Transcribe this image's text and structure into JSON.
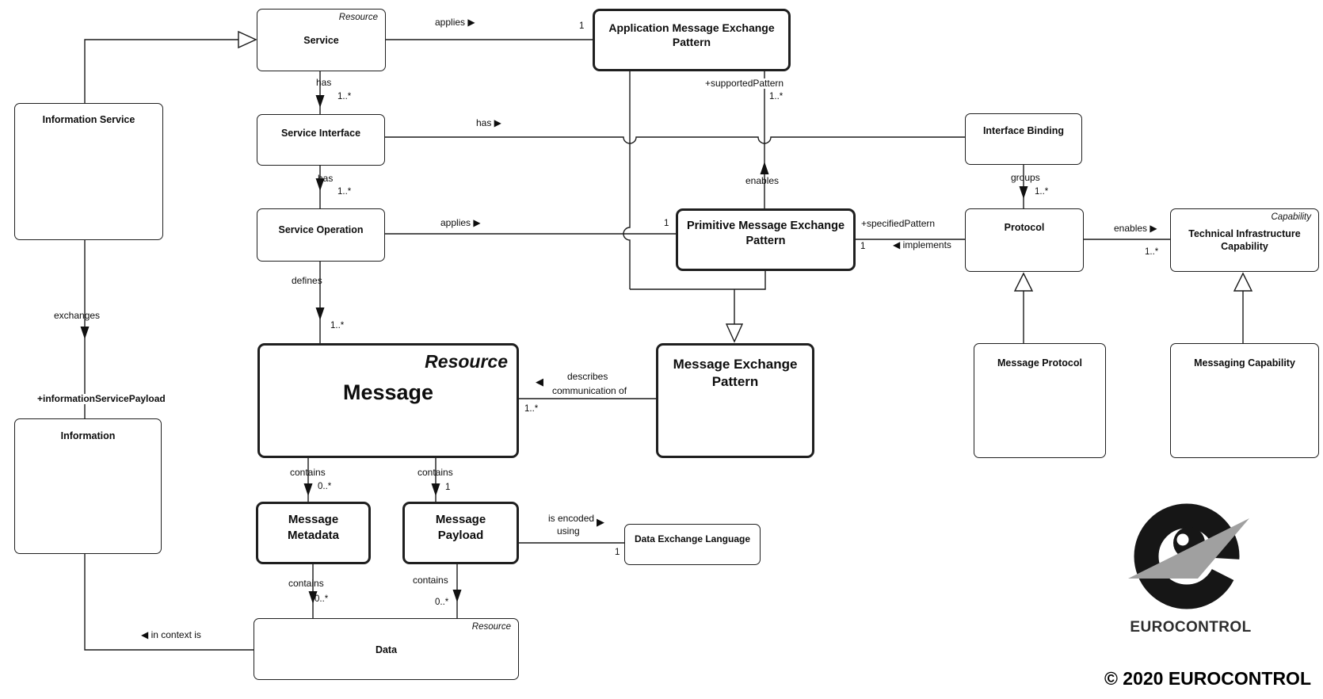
{
  "canvas": {
    "background": "#ffffff",
    "line_color": "#1a1a1a"
  },
  "nodes": {
    "service": {
      "label": "Service",
      "stereotype": "Resource"
    },
    "application_mep": {
      "label": "Application Message Exchange Pattern"
    },
    "information_service": {
      "label": "Information Service"
    },
    "service_interface": {
      "label": "Service Interface"
    },
    "interface_binding": {
      "label": "Interface Binding"
    },
    "service_operation": {
      "label": "Service Operation"
    },
    "primitive_mep": {
      "label": "Primitive Message Exchange Pattern"
    },
    "protocol": {
      "label": "Protocol"
    },
    "technical_infrastructure_capability": {
      "label": "Technical Infrastructure Capability",
      "stereotype": "Capability"
    },
    "message": {
      "label": "Message",
      "stereotype": "Resource"
    },
    "message_exchange_pattern": {
      "label": "Message Exchange Pattern"
    },
    "message_protocol": {
      "label": "Message Protocol"
    },
    "messaging_capability": {
      "label": "Messaging Capability"
    },
    "information": {
      "label": "Information"
    },
    "message_metadata": {
      "label": "Message Metadata"
    },
    "message_payload": {
      "label": "Message Payload"
    },
    "data_exchange_language": {
      "label": "Data Exchange Language"
    },
    "data": {
      "label": "Data",
      "stereotype": "Resource"
    }
  },
  "labels": {
    "applies_top": {
      "text": "applies ▶"
    },
    "mult_applies_top": {
      "text": "1"
    },
    "has_top": {
      "text": "has"
    },
    "mult_has_top": {
      "text": "1..*"
    },
    "has_binding": {
      "text": "has ▶"
    },
    "supported_pattern": {
      "text": "+supportedPattern"
    },
    "mult_supported_pattern": {
      "text": "1..*"
    },
    "enables_up": {
      "text": "enables"
    },
    "has_operation": {
      "text": "has"
    },
    "mult_has_operation": {
      "text": "1..*"
    },
    "applies_primitive": {
      "text": "applies ▶"
    },
    "mult_applies_primitive": {
      "text": "1"
    },
    "specified_pattern": {
      "text": "+specifiedPattern"
    },
    "mult_specified_pattern": {
      "text": "1"
    },
    "implements": {
      "text": "◀ implements"
    },
    "groups": {
      "text": "groups"
    },
    "mult_groups": {
      "text": "1..*"
    },
    "enables_capability": {
      "text": "enables ▶"
    },
    "mult_enables_capability": {
      "text": "1..*"
    },
    "defines": {
      "text": "defines"
    },
    "mult_defines": {
      "text": "1..*"
    },
    "exchanges": {
      "text": "exchanges"
    },
    "information_service_payload": {
      "text": "+informationServicePayload"
    },
    "describes_tri": {
      "text": "◀"
    },
    "describes": {
      "text": "describes"
    },
    "communication_of": {
      "text": "communication of"
    },
    "mult_describes": {
      "text": "1..*"
    },
    "contains_metadata": {
      "text": "contains"
    },
    "mult_contains_metadata": {
      "text": "0..*"
    },
    "contains_payload": {
      "text": "contains"
    },
    "mult_contains_payload": {
      "text": "1"
    },
    "is_encoded": {
      "text": "is encoded"
    },
    "using": {
      "text": "using"
    },
    "encoded_tri": {
      "text": "▶"
    },
    "mult_encoded": {
      "text": "1"
    },
    "contains_metadata_data": {
      "text": "contains"
    },
    "mult_contains_metadata_data": {
      "text": "0..*"
    },
    "contains_payload_data": {
      "text": "contains"
    },
    "mult_contains_payload_data": {
      "text": "0..*"
    },
    "in_context_is": {
      "text": "◀ in context is"
    }
  },
  "branding": {
    "logo_text": "EUROCONTROL",
    "copyright": "© 2020 EUROCONTROL",
    "logo_black": "#161616",
    "logo_gray": "#a0a0a0"
  }
}
